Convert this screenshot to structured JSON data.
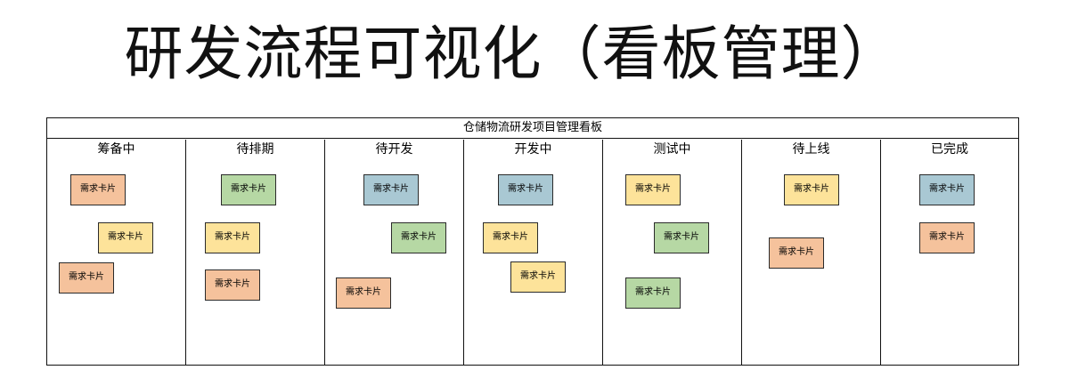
{
  "page_title": "研发流程可视化（看板管理）",
  "board": {
    "title": "仓储物流研发项目管理看板",
    "columns": [
      {
        "header": "筹备中"
      },
      {
        "header": "待排期"
      },
      {
        "header": "待开发"
      },
      {
        "header": "开发中"
      },
      {
        "header": "测试中"
      },
      {
        "header": "待上线"
      },
      {
        "header": "已完成"
      }
    ],
    "card_label": "需求卡片",
    "colors": {
      "orange": "#f5c29c",
      "yellow": "#fde39a",
      "green": "#b6d8a4",
      "blue": "#a9c8d3"
    }
  }
}
